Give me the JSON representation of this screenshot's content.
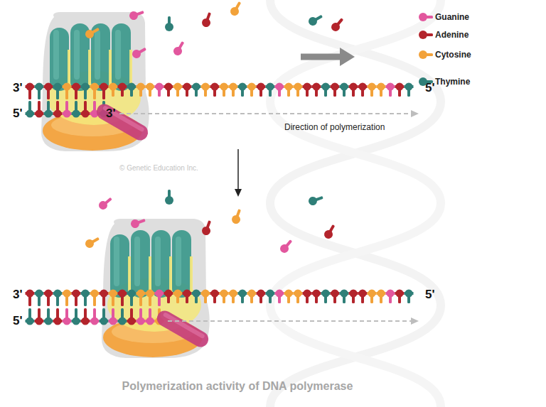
{
  "diagram": {
    "caption": "Polymerization activity of DNA polymerase",
    "labels": [
      "3'",
      "5'",
      "5'",
      "3'",
      "Direction of polymerization",
      "© Genetic Education Inc.",
      "3'",
      "5'",
      "5'"
    ],
    "legend": [
      {
        "text": "Guanine",
        "color": "#e2579e"
      },
      {
        "text": "Adenine",
        "color": "#b3242c"
      },
      {
        "text": "Cytosine",
        "color": "#f2a23a"
      },
      {
        "text": "Thymine",
        "color": "#2f7f78"
      }
    ]
  }
}
